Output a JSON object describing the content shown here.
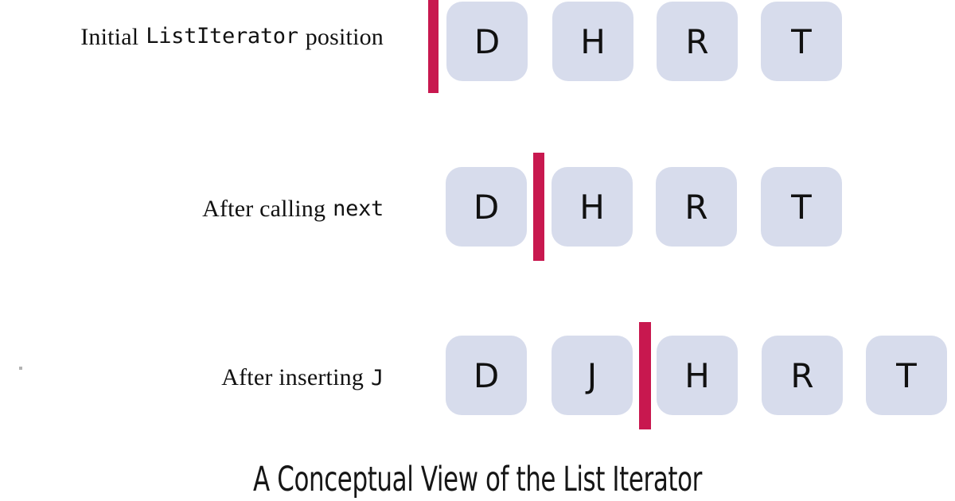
{
  "caption": "A Conceptual View of the List Iterator",
  "colors": {
    "box_fill": "#d7dcec",
    "cursor": "#c8184f",
    "text": "#111111",
    "background": "#ffffff"
  },
  "rows": [
    {
      "id": "initial",
      "label": {
        "full": "Initial ListIterator position",
        "prefix": "Initial",
        "code": "ListIterator",
        "suffix": "position"
      },
      "cursor_index": 0,
      "cells": [
        "D",
        "H",
        "R",
        "T"
      ]
    },
    {
      "id": "after-next",
      "label": {
        "full": "After calling next",
        "prefix": "After calling",
        "code": "next",
        "suffix": ""
      },
      "cursor_index": 1,
      "cells": [
        "D",
        "H",
        "R",
        "T"
      ]
    },
    {
      "id": "after-insert",
      "label": {
        "full": "After inserting J",
        "prefix": "After inserting",
        "code": "J",
        "suffix": ""
      },
      "cursor_index": 2,
      "cells": [
        "D",
        "J",
        "H",
        "R",
        "T"
      ]
    }
  ]
}
